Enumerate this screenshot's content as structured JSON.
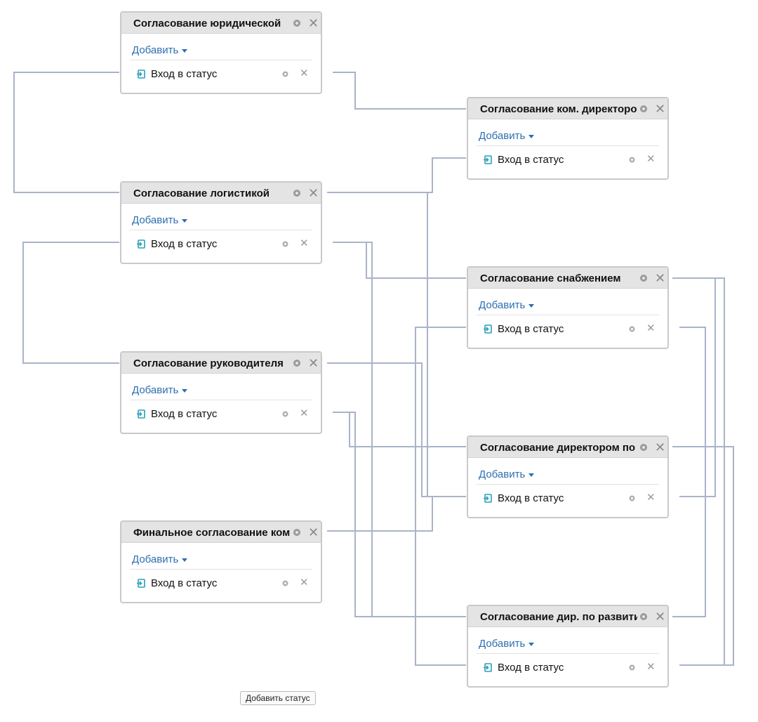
{
  "colors": {
    "wire": "#a9b3c9",
    "link": "#2d6fb1",
    "entry_icon": "#2aa0b8"
  },
  "cards": [
    {
      "title": "Согласование юридической",
      "add_label": "Добавить",
      "row_label": "Вход в статус"
    },
    {
      "title": "Согласование логистикой",
      "add_label": "Добавить",
      "row_label": "Вход в статус"
    },
    {
      "title": "Согласование руководителя",
      "add_label": "Добавить",
      "row_label": "Вход в статус"
    },
    {
      "title": "Финальное согласование коммерческим",
      "add_label": "Добавить",
      "row_label": "Вход в статус"
    },
    {
      "title": "Согласование ком. директором",
      "add_label": "Добавить",
      "row_label": "Вход в статус"
    },
    {
      "title": "Согласование снабжением",
      "add_label": "Добавить",
      "row_label": "Вход в статус"
    },
    {
      "title": "Согласование директором по",
      "add_label": "Добавить",
      "row_label": "Вход в статус"
    },
    {
      "title": "Согласование дир. по развитию",
      "add_label": "Добавить",
      "row_label": "Вход в статус"
    }
  ],
  "footer": {
    "add_status_label": "Добавить статус"
  }
}
